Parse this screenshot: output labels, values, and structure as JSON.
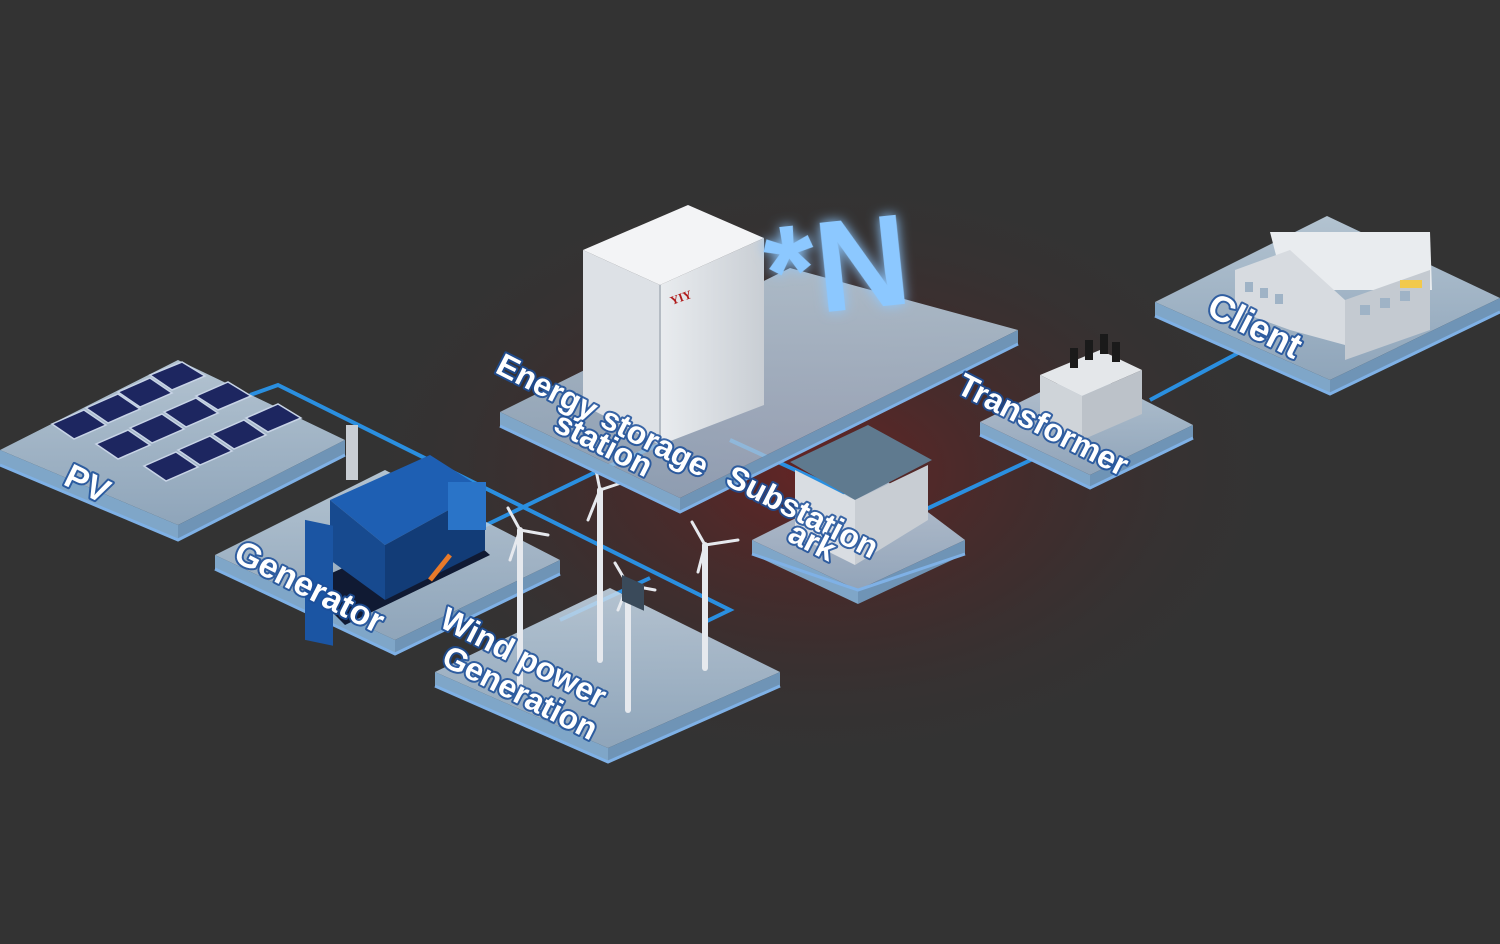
{
  "diagram": {
    "nodes": {
      "pv": {
        "label": "PV"
      },
      "generator": {
        "label": "Generator"
      },
      "wind": {
        "label_line1": "Wind power",
        "label_line2": "Generation"
      },
      "storage": {
        "label_line1": "Energy storage",
        "label_line2": "station",
        "brand": "YIY",
        "multiplier": "*N"
      },
      "substation": {
        "label_line1": "Substation",
        "label_line2": "ark"
      },
      "transformer": {
        "label": "Transformer"
      },
      "client": {
        "label": "Client"
      }
    },
    "edges": [
      {
        "from": "pv",
        "to": "wind"
      },
      {
        "from": "generator",
        "to": "storage"
      },
      {
        "from": "wind",
        "to": "storage"
      },
      {
        "from": "storage",
        "to": "substation"
      },
      {
        "from": "substation",
        "to": "transformer"
      },
      {
        "from": "transformer",
        "to": "client"
      }
    ],
    "colors": {
      "background": "#333333",
      "glow": "#5a2424",
      "platform": "#b4cce0",
      "platform_edge": "#7fb1e6",
      "connector": "#2a8fe0",
      "label": "#ffffff",
      "multiplier": "#8cc8ff"
    }
  }
}
